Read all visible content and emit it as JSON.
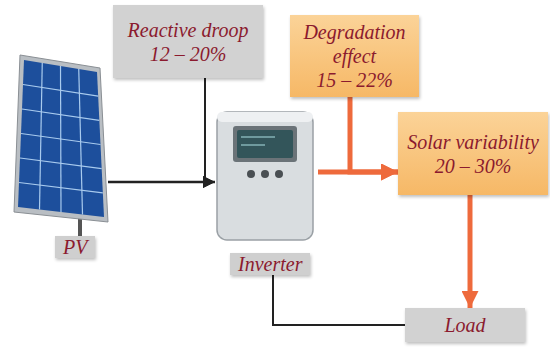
{
  "diagram": {
    "nodes": [
      {
        "text": [
          "Reactive droop",
          "12 – 20%"
        ]
      },
      {
        "text": [
          "Degradation effect",
          "15 – 22%"
        ]
      },
      {
        "text": [
          "PV"
        ]
      },
      {
        "text": [
          "Inverter"
        ]
      },
      {
        "text": [
          "Solar variability",
          "20 – 30%"
        ]
      },
      {
        "text": [
          "Load"
        ]
      }
    ],
    "edges": [
      {
        "from": 2,
        "to": 3,
        "arrow": "to"
      },
      {
        "from": 0,
        "to": 3,
        "arrow": "to"
      },
      {
        "from": 3,
        "to": 4,
        "arrow": "to"
      },
      {
        "from": 1,
        "to": 4,
        "arrow": "to"
      },
      {
        "from": 4,
        "to": 5,
        "arrow": "to"
      },
      {
        "from": 3,
        "to": 5,
        "arrow": "none"
      }
    ]
  }
}
